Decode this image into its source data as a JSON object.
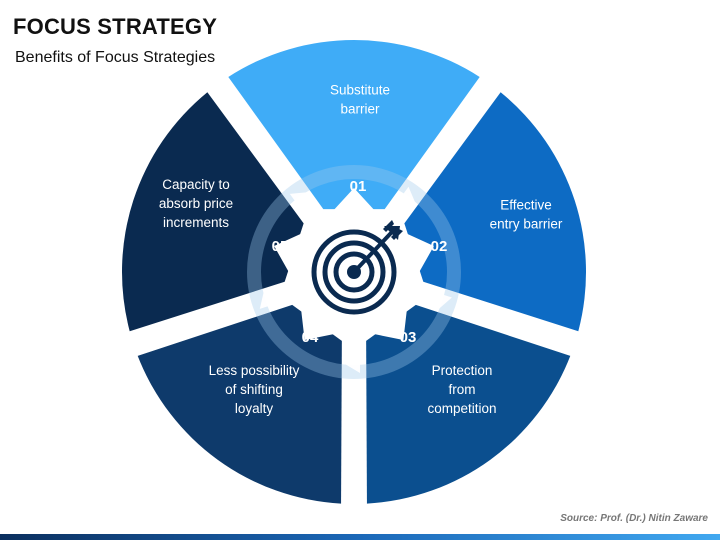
{
  "title": "FOCUS STRATEGY",
  "subtitle": "Benefits of Focus Strategies",
  "source": "Source: Prof. (Dr.) Nitin Zaware",
  "center_icon": "target-arrow-icon",
  "colors": {
    "seg1": "#3facf7",
    "seg2": "#0d6bc4",
    "seg3": "#0b4f8f",
    "seg4": "#0e3a6b",
    "seg5": "#0a2a50",
    "ring": "#9ec9ea",
    "icon": "#0a2a50"
  },
  "segments": [
    {
      "number": "01",
      "lines": [
        "Substitute",
        "barrier"
      ]
    },
    {
      "number": "02",
      "lines": [
        "Effective",
        "entry barrier"
      ]
    },
    {
      "number": "03",
      "lines": [
        "Protection",
        "from",
        "competition"
      ]
    },
    {
      "number": "04",
      "lines": [
        "Less possibility",
        "of shifting",
        "loyalty"
      ]
    },
    {
      "number": "05",
      "lines": [
        "Capacity to",
        "absorb price",
        "increments"
      ]
    }
  ]
}
